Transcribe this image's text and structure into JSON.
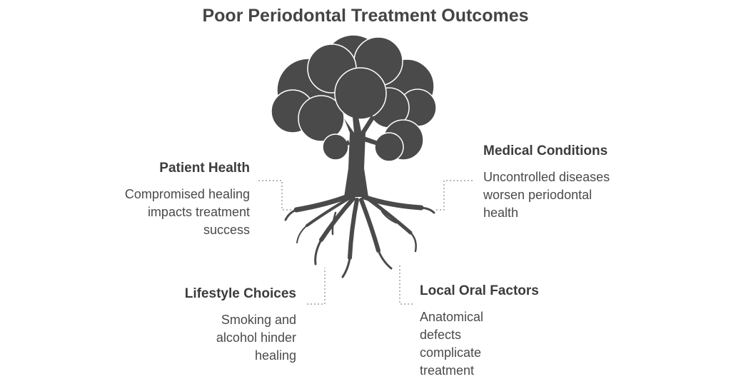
{
  "title": "Poor Periodontal Treatment Outcomes",
  "colors": {
    "tree": "#4a4a4a",
    "text": "#3a3a3a",
    "connector": "#8a8a8a",
    "background": "#ffffff"
  },
  "factors": {
    "patient_health": {
      "heading": "Patient Health",
      "description": "Compromised healing impacts treatment success"
    },
    "medical_conditions": {
      "heading": "Medical Conditions",
      "description": "Uncontrolled diseases worsen periodontal health"
    },
    "lifestyle_choices": {
      "heading": "Lifestyle Choices",
      "description": "Smoking and alcohol hinder healing"
    },
    "local_oral_factors": {
      "heading": "Local Oral Factors",
      "description": "Anatomical defects complicate treatment"
    }
  }
}
